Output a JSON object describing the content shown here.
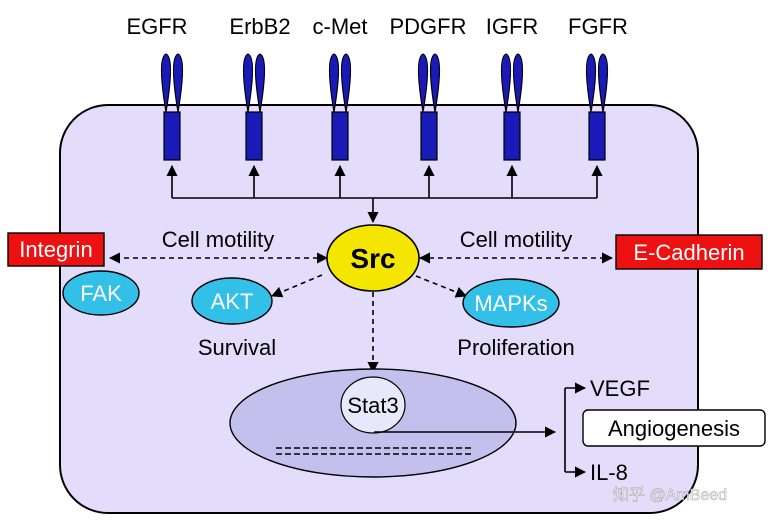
{
  "receptors": [
    "EGFR",
    "ErbB2",
    "c-Met",
    "PDGFR",
    "IGFR",
    "FGFR"
  ],
  "center": {
    "label": "Src"
  },
  "left": {
    "box_label": "Integrin",
    "kinase_label": "FAK",
    "edge_label": "Cell motility"
  },
  "right": {
    "box_label": "E-Cadherin",
    "edge_label": "Cell motility"
  },
  "akt": {
    "label": "AKT",
    "caption": "Survival"
  },
  "mapks": {
    "label": "MAPKs",
    "caption": "Proliferation"
  },
  "stat3": {
    "label": "Stat3"
  },
  "outputs": {
    "vegf": "VEGF",
    "angiogenesis": "Angiogenesis",
    "il8": "IL-8"
  },
  "watermark": "知乎 @AmBeed",
  "colors": {
    "cell_fill": "#e3dcfa",
    "receptor": "#1a1ab8",
    "src": "#f4e600",
    "red_box": "#ee1111",
    "cyan_node": "#33c0e8",
    "nucleus": "#c4c0ee",
    "stat3": "#e8e8fa"
  }
}
